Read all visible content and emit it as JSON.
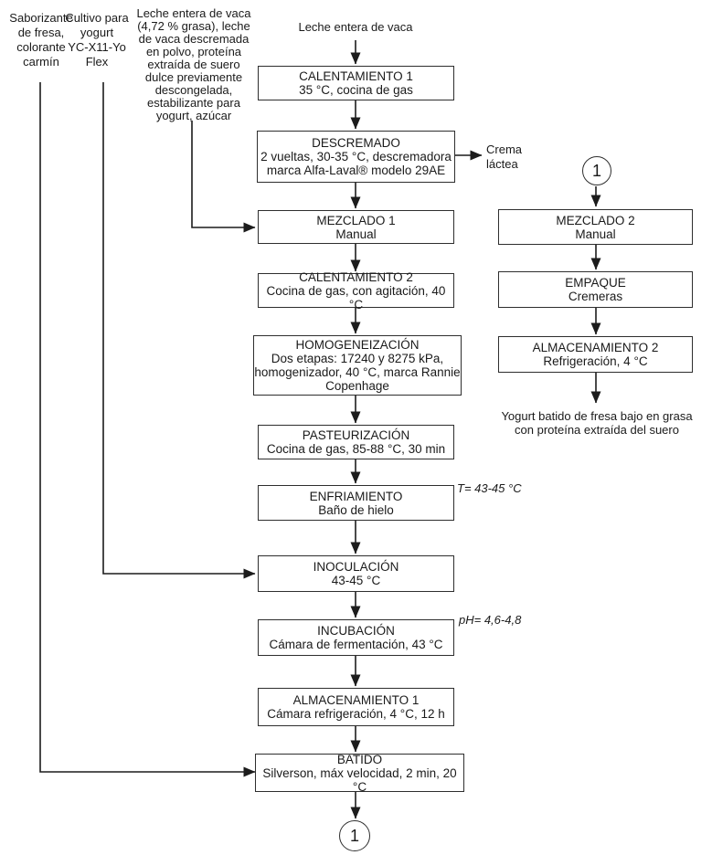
{
  "top_input_label": "Leche entera de vaca",
  "side_inputs": {
    "saborizante": "Saborizante\nde fresa,\ncolorante\ncarmín",
    "cultivo": "Cultivo para\nyogurt\nYC-X11-Yo\nFlex",
    "ingredientes": "Leche entera de vaca\n(4,72 % grasa), leche\nde vaca descremada\nen polvo, proteína\nextraída de suero\ndulce previamente\ndescongelada,\nestabilizante para\nyogurt, azúcar"
  },
  "main_steps": [
    {
      "title": "CALENTAMIENTO 1",
      "detail": "35 °C, cocina de gas"
    },
    {
      "title": "DESCREMADO",
      "detail": "2 vueltas, 30-35 °C, descremadora\nmarca Alfa-Laval® modelo 29AE"
    },
    {
      "title": "MEZCLADO 1",
      "detail": "Manual"
    },
    {
      "title": "CALENTAMIENTO 2",
      "detail": "Cocina de gas, con agitación, 40 °C"
    },
    {
      "title": "HOMOGENEIZACIÓN",
      "detail": "Dos etapas: 17240 y 8275 kPa,\nhomogenizador, 40 °C, marca Rannie\nCopenhage"
    },
    {
      "title": "PASTEURIZACIÓN",
      "detail": "Cocina de gas, 85-88 °C, 30 min"
    },
    {
      "title": "ENFRIAMIENTO",
      "detail": "Baño de hielo"
    },
    {
      "title": "INOCULACIÓN",
      "detail": "43-45 °C"
    },
    {
      "title": "INCUBACIÓN",
      "detail": "Cámara de fermentación, 43 °C"
    },
    {
      "title": "ALMACENAMIENTO 1",
      "detail": "Cámara refrigeración, 4 °C, 12 h"
    },
    {
      "title": "BATIDO",
      "detail": "Silverson, máx velocidad, 2 min, 20 °C"
    }
  ],
  "branch_steps": [
    {
      "title": "MEZCLADO 2",
      "detail": "Manual"
    },
    {
      "title": "EMPAQUE",
      "detail": "Cremeras"
    },
    {
      "title": "ALMACENAMIENTO 2",
      "detail": "Refrigeración, 4 °C"
    }
  ],
  "byproduct_label": "Crema\nláctea",
  "connector_label": "1",
  "notes": {
    "temperature": "T= 43-45 °C",
    "ph": "pH= 4,6-4,8"
  },
  "output_label": "Yogurt batido de fresa bajo en grasa\ncon proteína extraída del suero",
  "colors": {
    "line": "#1c1c1c",
    "box_border": "#2e2e2e",
    "background": "#ffffff",
    "text": "#1a1a1a"
  }
}
